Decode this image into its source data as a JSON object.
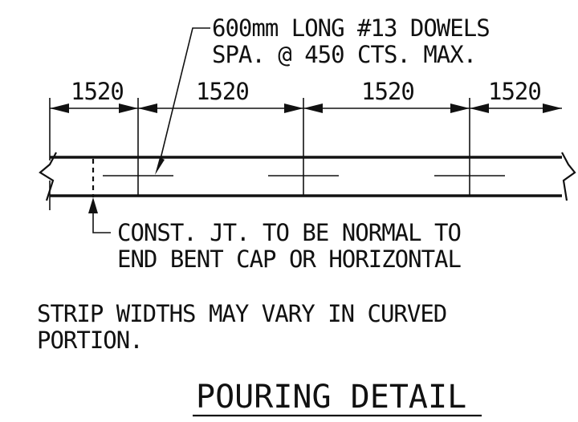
{
  "dowel_note": {
    "line1": "600mm LONG #13 DOWELS",
    "line2": "SPA. @ 450 CTS. MAX."
  },
  "dimensions": [
    "1520",
    "1520",
    "1520",
    "1520"
  ],
  "joint_note": {
    "line1": "CONST. JT. TO BE NORMAL TO",
    "line2": "END BENT CAP OR HORIZONTAL"
  },
  "strip_note": {
    "line1": "STRIP WIDTHS MAY VARY IN CURVED",
    "line2": "PORTION."
  },
  "title": "POURING DETAIL"
}
